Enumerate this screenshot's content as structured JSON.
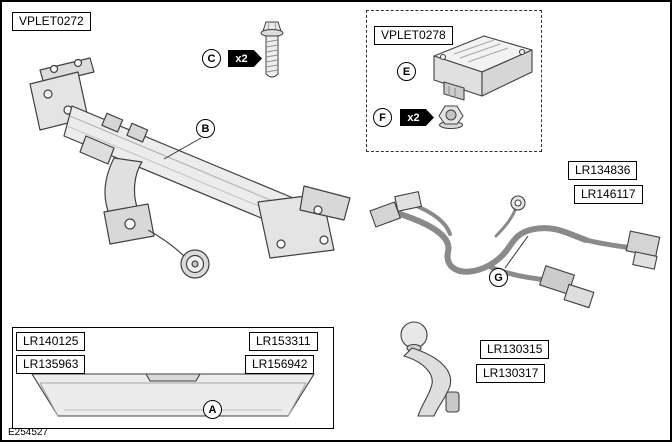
{
  "figure_code": "E254527",
  "colors": {
    "line_art": "#404040",
    "label_border": "#000000",
    "qty_tag_bg": "#000000",
    "qty_tag_text": "#ffffff"
  },
  "towbar_assembly": {
    "kit_label": "VPLET0272",
    "callout": "B"
  },
  "mounting_bolt": {
    "callout": "C",
    "quantity": "x2"
  },
  "trailer_module_kit": {
    "kit_label": "VPLET0278",
    "module_callout": "E",
    "nut_callout": "F",
    "nut_quantity": "x2"
  },
  "wiring_harness": {
    "part_numbers": [
      "LR134836",
      "LR146117"
    ],
    "callout": "G"
  },
  "tow_ball": {
    "part_numbers": [
      "LR130315",
      "LR130317"
    ]
  },
  "bumper_trim": {
    "part_numbers_left": [
      "LR140125",
      "LR135963"
    ],
    "part_numbers_right": [
      "LR153311",
      "LR156942"
    ],
    "callout": "A"
  }
}
